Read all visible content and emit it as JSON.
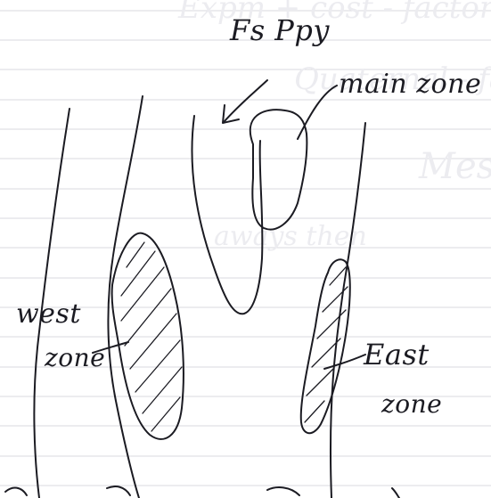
{
  "labels": {
    "fs_ppy": "Fs Ppy",
    "main_zone": "main zone",
    "west_line1": "west",
    "west_line2": "zone",
    "east_line1": "East",
    "east_line2": "zone"
  },
  "faded_background_text": {
    "line1": "Expm + cost - factors",
    "line2": "Quaternal - fairly",
    "line3": "Mesh some use",
    "line4": "aways then"
  },
  "colors": {
    "paper": "#ffffff",
    "rule_line": "#d9d9df",
    "ink": "#1b1b22",
    "faded_ink": "#ececf0"
  }
}
